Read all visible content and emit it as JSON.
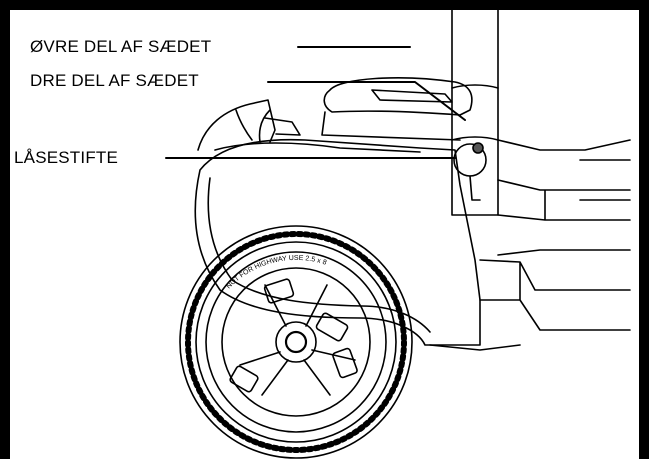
{
  "labels": {
    "upper_seat": "ØVRE DEL AF SÆDET",
    "lower_seat": "DRE DEL AF SÆDET",
    "lock_pin": "LÅSESTIFTE"
  },
  "tire_text": {
    "warning": "NOT FOR HIGHWAY USE",
    "size": "2.5 x 8"
  },
  "colors": {
    "line": "#000000",
    "background": "#ffffff"
  }
}
